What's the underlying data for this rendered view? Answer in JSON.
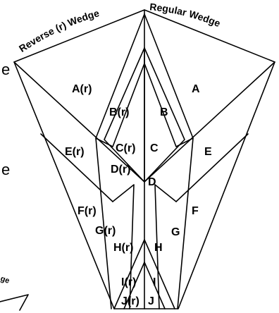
{
  "headers": {
    "reverse": "Reverse (r) Wedge",
    "regular": "Regular Wedge"
  },
  "regions": {
    "A_r": "A(r)",
    "A": "A",
    "B_r": "B(r)",
    "B": "B",
    "C_r": "C(r)",
    "C": "C",
    "D_r": "D(r)",
    "D": "D",
    "E_r": "E(r)",
    "E": "E",
    "F_r": "F(r)",
    "F": "F",
    "G_r": "G(r)",
    "G": "G",
    "H_r": "H(r)",
    "H": "H",
    "I_r": "I(r)",
    "I": "I",
    "J_r": "J(r)",
    "J": "J"
  },
  "edge_fragments": {
    "left_top": "e",
    "left_mid": "e",
    "bottom_left": "ge"
  }
}
